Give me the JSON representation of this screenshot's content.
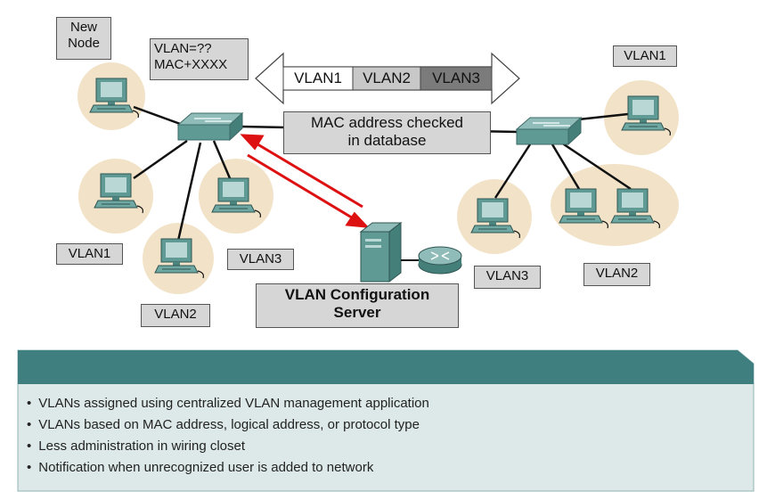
{
  "labels": {
    "new_node": "New Node",
    "vlan_query": "VLAN=??",
    "mac_query": "MAC+XXXX",
    "mac_checked_line1": "MAC address checked",
    "mac_checked_line2": "in database",
    "server_line1": "VLAN Configuration",
    "server_line2": "Server",
    "left_vlan1": "VLAN1",
    "left_vlan2": "VLAN2",
    "left_vlan3": "VLAN3",
    "right_vlan1": "VLAN1",
    "right_vlan2": "VLAN2",
    "right_vlan3": "VLAN3"
  },
  "arrow_segments": [
    "VLAN1",
    "VLAN2",
    "VLAN3"
  ],
  "bullets": [
    "VLANs assigned using centralized VLAN management application",
    "VLANs based on MAC address, logical address, or protocol type",
    "Less administration in wiring closet",
    "Notification when unrecognized user is added to network"
  ],
  "colors": {
    "halo": "#f2e3c8",
    "device": "#5f9a95",
    "label_bg": "#d6d6d6",
    "panel_header": "#3f7f7f",
    "panel_body": "#dde9e8",
    "link_arrow": "#dd1111",
    "segment_highlight": "#7b7b7b"
  }
}
